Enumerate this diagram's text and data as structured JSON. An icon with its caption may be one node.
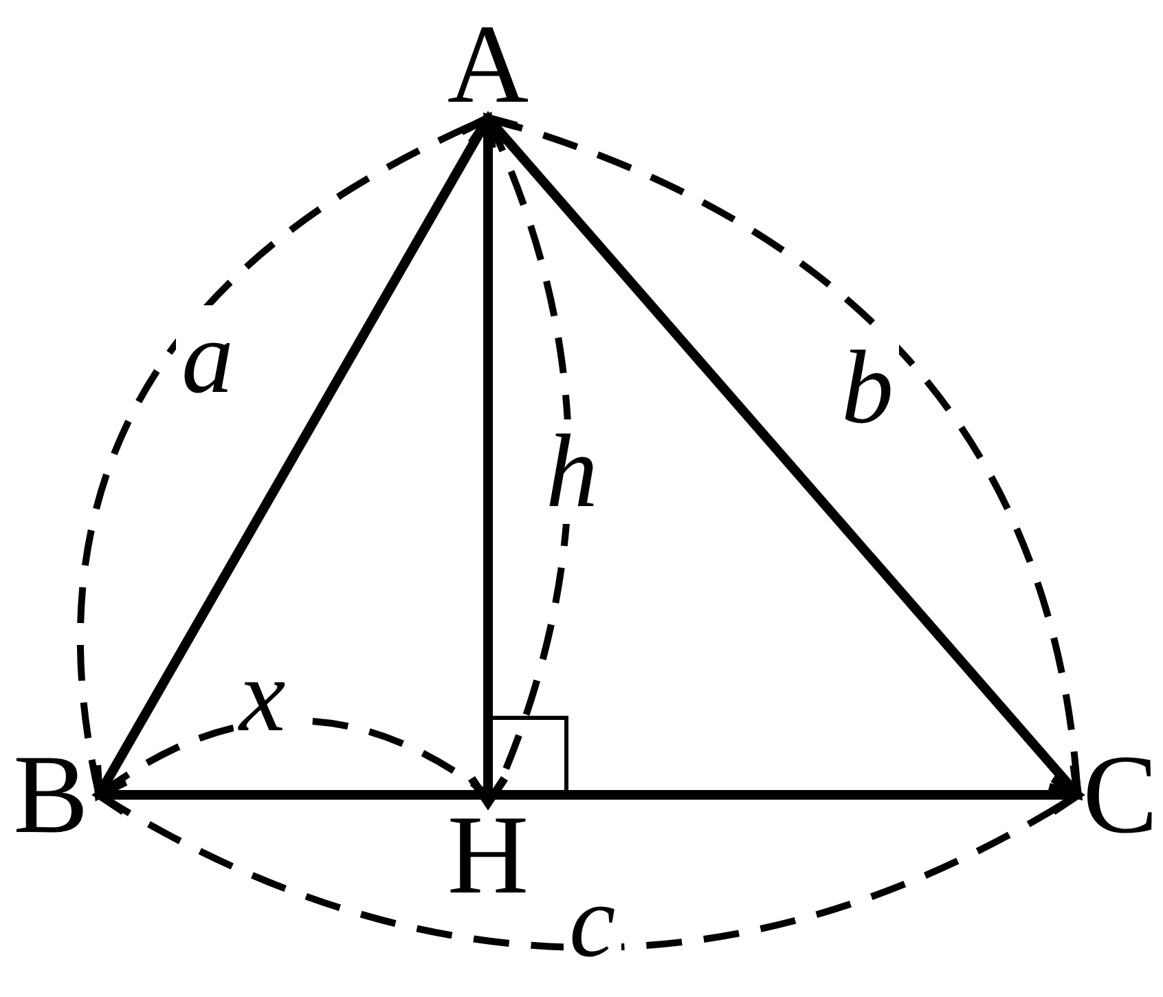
{
  "diagram": {
    "nodes": [
      {
        "text": [
          "A"
        ]
      },
      {
        "text": [
          "B"
        ]
      },
      {
        "text": [
          "C"
        ]
      },
      {
        "text": [
          "H"
        ]
      }
    ],
    "edges": [
      {
        "from": 1,
        "to": 0,
        "arrow": "both"
      },
      {
        "from": 0,
        "to": 3,
        "arrow": "both"
      },
      {
        "from": 0,
        "to": 2,
        "arrow": "both"
      },
      {
        "from": 1,
        "to": 2,
        "arrow": "both"
      }
    ],
    "labels": [
      "a",
      "b",
      "h",
      "x",
      "c"
    ]
  }
}
